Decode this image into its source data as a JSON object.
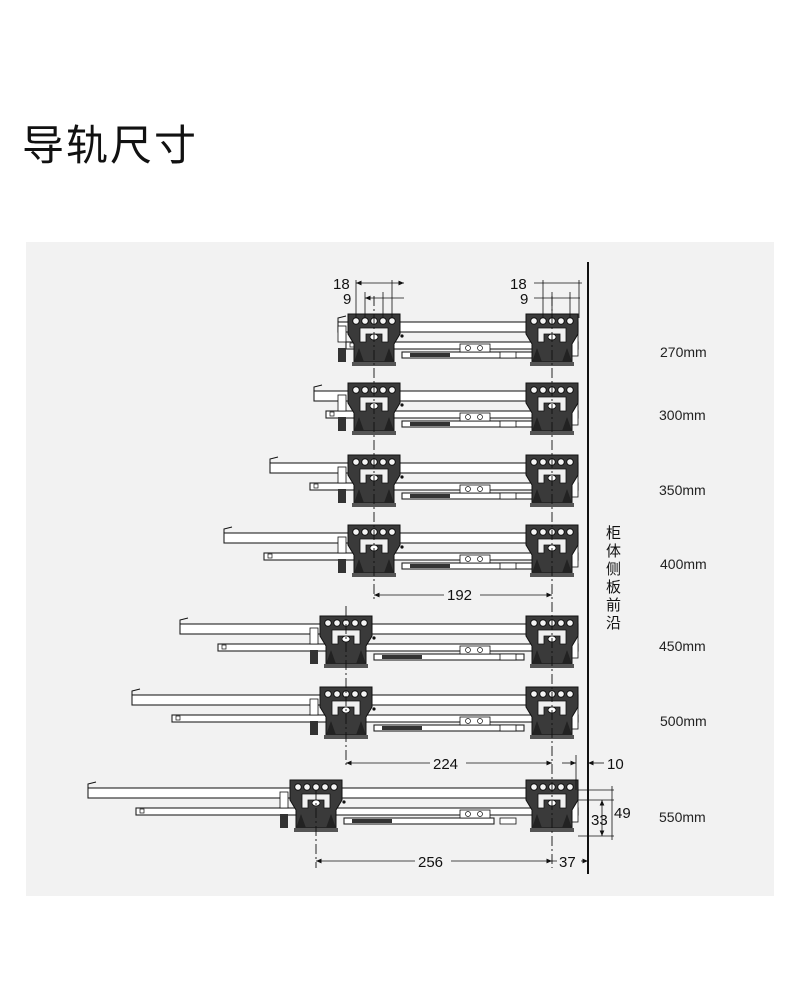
{
  "title": "导轨尺寸",
  "front_edge_label": [
    "柜",
    "体",
    "侧",
    "板",
    "前",
    "沿"
  ],
  "rail_lengths": [
    "270mm",
    "300mm",
    "350mm",
    "400mm",
    "450mm",
    "500mm",
    "550mm"
  ],
  "dimensions": {
    "top_left_18": "18",
    "top_left_9": "9",
    "top_right_18": "18",
    "top_right_9": "9",
    "spacing_192": "192",
    "spacing_224": "224",
    "spacing_256": "256",
    "offset_10": "10",
    "offset_37": "37",
    "height_33": "33",
    "height_49": "49"
  }
}
